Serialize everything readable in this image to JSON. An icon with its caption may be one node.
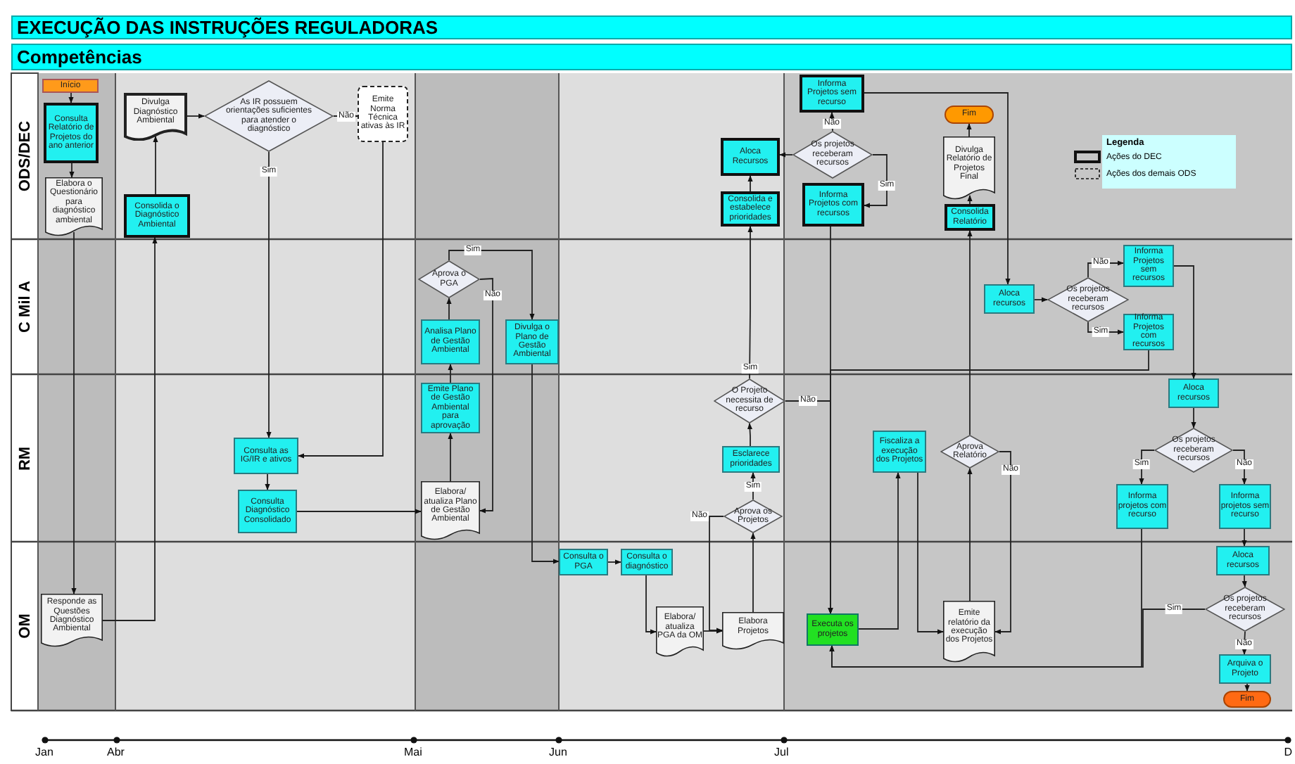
{
  "diagram": {
    "title": "EXECUÇÃO DAS INSTRUÇÕES REGULADORAS",
    "nodes": [
      {
        "text": [
          "Início"
        ]
      },
      {
        "text": [
          "Consulta Relatório de Projetos do ano anterior"
        ]
      },
      {
        "text": [
          "Elabora o Questionário para diagnóstico ambiental"
        ]
      },
      {
        "text": [
          "Divulga Diagnóstico Ambiental"
        ]
      },
      {
        "text": [
          "As IR possuem orientações suficientes para atender o diagnóstico"
        ]
      },
      {
        "text": [
          "Emite Norma Técnica ativas às IR"
        ]
      },
      {
        "text": [
          "Consolida o Diagnóstico Ambiental"
        ]
      },
      {
        "text": [
          "Aprova o PGA"
        ]
      },
      {
        "text": [
          "Analisa Plano de Gestão Ambiental"
        ]
      },
      {
        "text": [
          "Divulga o Plano de Gestão Ambiental"
        ]
      },
      {
        "text": [
          "Emite Plano de Gestão Ambiental para aprovação"
        ]
      },
      {
        "text": [
          "Consulta as IG/IR e ativos"
        ]
      },
      {
        "text": [
          "Consulta Diagnóstico Consolidado"
        ]
      },
      {
        "text": [
          "Elabora/ atualiza Plano de Gestão Ambiental"
        ]
      },
      {
        "text": [
          "Responde as Questões Diagnóstico Ambiental"
        ]
      },
      {
        "text": [
          "Consulta o PGA"
        ]
      },
      {
        "text": [
          "Consulta o diagnóstico"
        ]
      },
      {
        "text": [
          "Elabora/ atualiza PGA da OM"
        ]
      },
      {
        "text": [
          "Elabora Projetos"
        ]
      },
      {
        "text": [
          "Aprova os Projetos"
        ]
      },
      {
        "text": [
          "Esclarece prioridades"
        ]
      },
      {
        "text": [
          "O Projeto necessita de recurso"
        ]
      },
      {
        "text": [
          "Consolida e estabelece prioridades"
        ]
      },
      {
        "text": [
          "Aloca Recursos"
        ]
      },
      {
        "text": [
          "Informa Projetos sem recurso"
        ]
      },
      {
        "text": [
          "Os projetos receberam recursos"
        ]
      },
      {
        "text": [
          "Informa Projetos com recursos"
        ]
      },
      {
        "text": [
          "Fim"
        ]
      },
      {
        "text": [
          "Divulga Relatório de Projetos Final"
        ]
      },
      {
        "text": [
          "Consolida Relatório"
        ]
      },
      {
        "text": [
          "Aloca recursos"
        ]
      },
      {
        "text": [
          "Os projetos receberam recursos"
        ]
      },
      {
        "text": [
          "Informa Projetos sem recursos"
        ]
      },
      {
        "text": [
          "Informa Projetos com recursos"
        ]
      },
      {
        "text": [
          "Fiscaliza a execução dos Projetos"
        ]
      },
      {
        "text": [
          "Aprova Relatório"
        ]
      },
      {
        "text": [
          "Aloca recursos"
        ]
      },
      {
        "text": [
          "Os projetos receberam recursos"
        ]
      },
      {
        "text": [
          "Informa projetos com recurso"
        ]
      },
      {
        "text": [
          "Informa projetos sem recurso"
        ]
      },
      {
        "text": [
          "Aloca recursos"
        ]
      },
      {
        "text": [
          "Os projetos receberam recursos"
        ]
      },
      {
        "text": [
          "Arquiva o Projeto"
        ]
      },
      {
        "text": [
          "Fim"
        ]
      },
      {
        "text": [
          "Executa os projetos"
        ]
      },
      {
        "text": [
          "Emite relatório da execução dos Projetos"
        ]
      }
    ],
    "edges": [
      {
        "from": 0,
        "to": 1,
        "arrow": "to"
      },
      {
        "from": 1,
        "to": 2,
        "arrow": "to"
      },
      {
        "from": 2,
        "to": 14,
        "arrow": "to"
      },
      {
        "from": 14,
        "to": 6,
        "arrow": "to"
      },
      {
        "from": 6,
        "to": 3,
        "arrow": "to"
      },
      {
        "from": 3,
        "to": 4,
        "arrow": "to"
      },
      {
        "from": 4,
        "to": 5,
        "arrow": "to",
        "label": "Não"
      },
      {
        "from": 4,
        "to": 11,
        "arrow": "to",
        "label": "Sim"
      },
      {
        "from": 5,
        "to": 11,
        "arrow": "to"
      },
      {
        "from": 11,
        "to": 12,
        "arrow": "to"
      },
      {
        "from": 12,
        "to": 13,
        "arrow": "to"
      },
      {
        "from": 13,
        "to": 10,
        "arrow": "to"
      },
      {
        "from": 10,
        "to": 8,
        "arrow": "to"
      },
      {
        "from": 8,
        "to": 7,
        "arrow": "to"
      },
      {
        "from": 7,
        "to": 9,
        "arrow": "to",
        "label": "Sim"
      },
      {
        "from": 7,
        "to": 13,
        "arrow": "to",
        "label": "Não"
      },
      {
        "from": 9,
        "to": 15,
        "arrow": "to"
      },
      {
        "from": 15,
        "to": 16,
        "arrow": "to"
      },
      {
        "from": 16,
        "to": 17,
        "arrow": "to"
      },
      {
        "from": 17,
        "to": 18,
        "arrow": "to"
      },
      {
        "from": 18,
        "to": 19,
        "arrow": "to"
      },
      {
        "from": 19,
        "to": 20,
        "arrow": "to",
        "label": "Sim"
      },
      {
        "from": 19,
        "to": 18,
        "arrow": "to",
        "label": "Não"
      },
      {
        "from": 20,
        "to": 21,
        "arrow": "to"
      },
      {
        "from": 21,
        "to": 22,
        "arrow": "to",
        "label": "Sim"
      },
      {
        "from": 21,
        "to": 44,
        "arrow": "to",
        "label": "Não"
      },
      {
        "from": 22,
        "to": 23,
        "arrow": "to"
      },
      {
        "from": 25,
        "to": 23,
        "arrow": "to"
      },
      {
        "from": 25,
        "to": 24,
        "arrow": "to",
        "label": "Não"
      },
      {
        "from": 25,
        "to": 26,
        "arrow": "to",
        "label": "Sim"
      },
      {
        "from": 24,
        "to": 30,
        "arrow": "to"
      },
      {
        "from": 26,
        "to": 44,
        "arrow": "to"
      },
      {
        "from": 30,
        "to": 31,
        "arrow": "to"
      },
      {
        "from": 31,
        "to": 32,
        "arrow": "to",
        "label": "Não"
      },
      {
        "from": 31,
        "to": 33,
        "arrow": "to",
        "label": "Sim"
      },
      {
        "from": 33,
        "to": 44,
        "arrow": "to"
      },
      {
        "from": 32,
        "to": 36,
        "arrow": "to"
      },
      {
        "from": 36,
        "to": 37,
        "arrow": "to"
      },
      {
        "from": 37,
        "to": 38,
        "arrow": "to",
        "label": "Sim"
      },
      {
        "from": 37,
        "to": 39,
        "arrow": "to",
        "label": "Não"
      },
      {
        "from": 39,
        "to": 40,
        "arrow": "to"
      },
      {
        "from": 40,
        "to": 41,
        "arrow": "to"
      },
      {
        "from": 41,
        "to": 44,
        "arrow": "to",
        "label": "Sim"
      },
      {
        "from": 38,
        "to": 44,
        "arrow": "to"
      },
      {
        "from": 41,
        "to": 42,
        "arrow": "to",
        "label": "Não"
      },
      {
        "from": 42,
        "to": 43,
        "arrow": "to"
      },
      {
        "from": 44,
        "to": 34,
        "arrow": "to"
      },
      {
        "from": 34,
        "to": 45,
        "arrow": "to"
      },
      {
        "from": 45,
        "to": 35,
        "arrow": "to"
      },
      {
        "from": 35,
        "to": 45,
        "arrow": "to",
        "label": "Não"
      },
      {
        "from": 35,
        "to": 29,
        "arrow": "to"
      },
      {
        "from": 29,
        "to": 28,
        "arrow": "to"
      },
      {
        "from": 28,
        "to": 27,
        "arrow": "to"
      }
    ],
    "labels": [
      "Competências",
      "ODS/DEC",
      "C Mil A",
      "RM",
      "OM",
      "Legenda",
      "Jan",
      "Abr",
      "Mai",
      "Jun",
      "Jul",
      "D"
    ],
    "legend": [
      {
        "text": "Ações do DEC"
      },
      {
        "text": "Ações dos demais ODS"
      }
    ]
  }
}
